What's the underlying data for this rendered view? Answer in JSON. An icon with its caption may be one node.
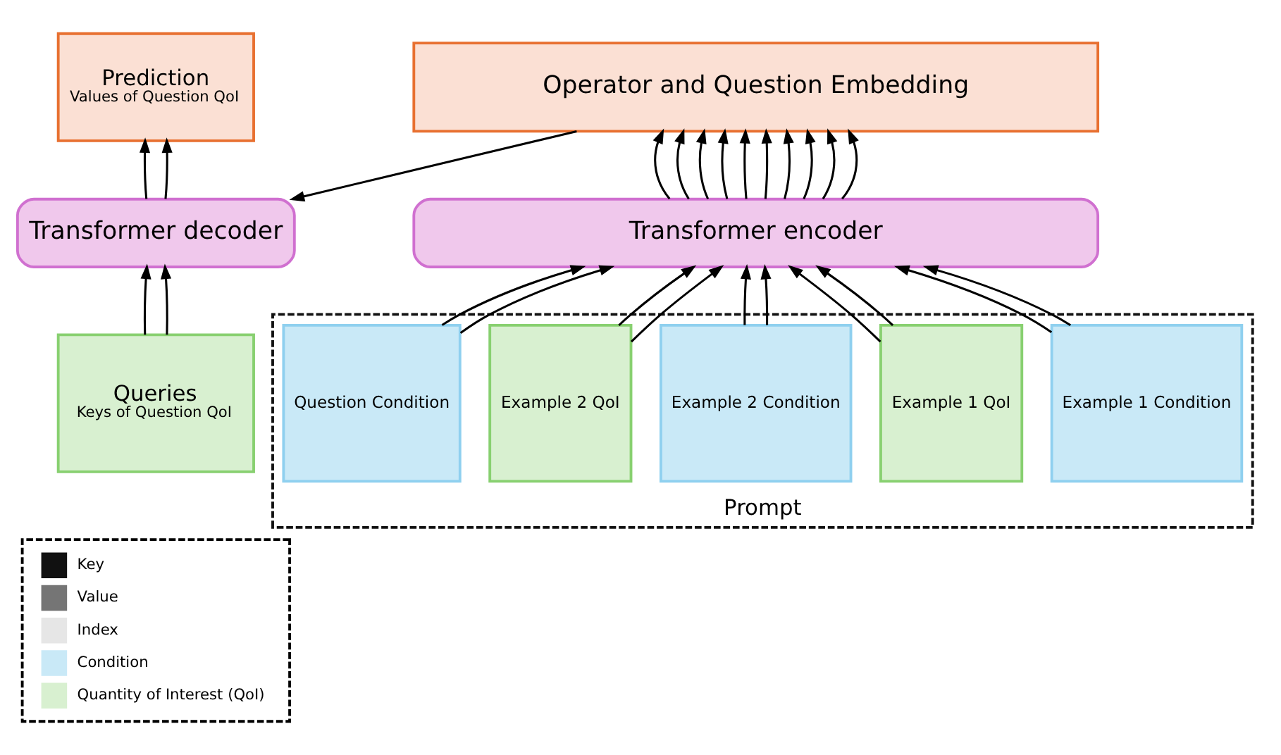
{
  "diagram": {
    "nodes": [
      {
        "text": [
          "Operator and Question Embedding"
        ]
      },
      {
        "text": [
          "Transformer encoder"
        ]
      },
      {
        "text": [
          "Prompt"
        ]
      },
      {
        "text": [
          "Example 1 Condition"
        ],
        "in": 2
      },
      {
        "text": [
          "Example 1 QoI"
        ],
        "in": 2
      },
      {
        "text": [
          "Example 2 Condition"
        ],
        "in": 2
      },
      {
        "text": [
          "Example 2 QoI"
        ],
        "in": 2
      },
      {
        "text": [
          "Question Condition"
        ],
        "in": 2
      },
      {
        "text": [
          "Prediction",
          "Values of Question QoI"
        ]
      },
      {
        "text": [
          "Transformer decoder"
        ]
      },
      {
        "text": [
          "Queries",
          "Keys of Question QoI"
        ]
      }
    ],
    "edges": [
      {
        "from": 3,
        "to": 1,
        "arrow": "to"
      },
      {
        "from": 3,
        "to": 1,
        "arrow": "to"
      },
      {
        "from": 4,
        "to": 1,
        "arrow": "to"
      },
      {
        "from": 4,
        "to": 1,
        "arrow": "to"
      },
      {
        "from": 5,
        "to": 1,
        "arrow": "to"
      },
      {
        "from": 5,
        "to": 1,
        "arrow": "to"
      },
      {
        "from": 6,
        "to": 1,
        "arrow": "to"
      },
      {
        "from": 6,
        "to": 1,
        "arrow": "to"
      },
      {
        "from": 7,
        "to": 1,
        "arrow": "to"
      },
      {
        "from": 7,
        "to": 1,
        "arrow": "to"
      },
      {
        "from": 1,
        "to": 0,
        "arrow": "to"
      },
      {
        "from": 1,
        "to": 0,
        "arrow": "to"
      },
      {
        "from": 1,
        "to": 0,
        "arrow": "to"
      },
      {
        "from": 1,
        "to": 0,
        "arrow": "to"
      },
      {
        "from": 1,
        "to": 0,
        "arrow": "to"
      },
      {
        "from": 1,
        "to": 0,
        "arrow": "to"
      },
      {
        "from": 1,
        "to": 0,
        "arrow": "to"
      },
      {
        "from": 1,
        "to": 0,
        "arrow": "to"
      },
      {
        "from": 1,
        "to": 0,
        "arrow": "to"
      },
      {
        "from": 1,
        "to": 0,
        "arrow": "to"
      },
      {
        "from": 0,
        "to": 9,
        "arrow": "to"
      },
      {
        "from": 10,
        "to": 9,
        "arrow": "to"
      },
      {
        "from": 10,
        "to": 9,
        "arrow": "to"
      },
      {
        "from": 9,
        "to": 8,
        "arrow": "to"
      },
      {
        "from": 9,
        "to": 8,
        "arrow": "to"
      }
    ],
    "legend": [
      {
        "text": "Key",
        "color": "#111111"
      },
      {
        "text": "Value",
        "color": "#757575"
      },
      {
        "text": "Index",
        "color": "#e6e6e6"
      },
      {
        "text": "Condition",
        "color": "#c9e9f7"
      },
      {
        "text": "Quantity of Interest (QoI)",
        "color": "#d8f0d0"
      }
    ]
  }
}
